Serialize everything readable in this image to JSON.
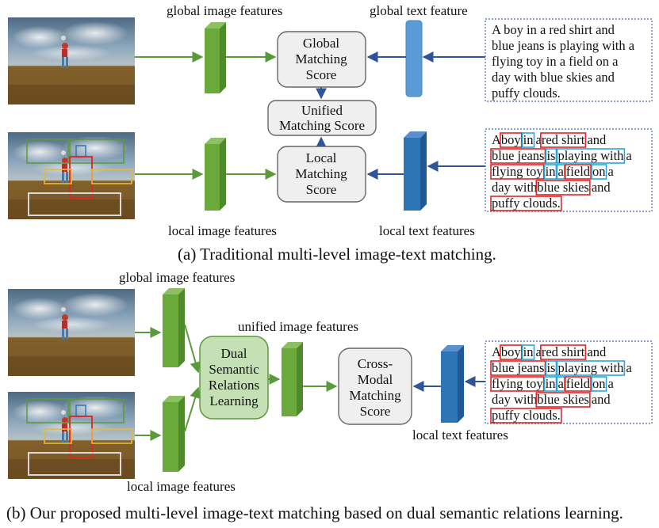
{
  "section_a": {
    "caption": "(a) Traditional multi-level image-text matching.",
    "label_global_image": "global image features",
    "label_global_text": "global text feature",
    "label_local_image": "local image features",
    "label_local_text": "local text features",
    "global_score": [
      "Global",
      "Matching",
      "Score"
    ],
    "unified_score": [
      "Unified",
      "Matching Score"
    ],
    "local_score": [
      "Local",
      "Matching",
      "Score"
    ],
    "global_caption_lines": [
      "A boy in a red shirt and",
      "blue jeans is playing with a",
      "flying toy in a field on a",
      "day with blue skies and",
      "puffy clouds."
    ]
  },
  "section_b": {
    "caption": "(b) Our proposed multi-level image-text matching based on dual semantic relations learning.",
    "label_global_image": "global image features",
    "label_unified_image": "unified image features",
    "label_local_image": "local image features",
    "label_local_text": "local text features",
    "dsrl": [
      "Dual",
      "Semantic",
      "Relations",
      "Learning"
    ],
    "cross_score": [
      "Cross-",
      "Modal",
      "Matching",
      "Score"
    ]
  },
  "local_caption_lines": [
    [
      {
        "t": "A "
      },
      {
        "t": "boy",
        "h": "red"
      },
      {
        "t": "in",
        "h": "blue"
      },
      {
        "t": " a "
      },
      {
        "t": "red shirt",
        "h": "red"
      },
      {
        "t": " and"
      }
    ],
    [
      {
        "t": "blue jeans",
        "h": "red"
      },
      {
        "t": "is",
        "h": "blue"
      },
      {
        "t": "playing with",
        "h": "blue"
      },
      {
        "t": " a"
      }
    ],
    [
      {
        "t": "flying toy",
        "h": "red"
      },
      {
        "t": "in",
        "h": "blue"
      },
      {
        "t": "a",
        "h": "blue"
      },
      {
        "t": "field",
        "h": "red"
      },
      {
        "t": "on",
        "h": "blue"
      },
      {
        "t": " a"
      }
    ],
    [
      {
        "t": "day with "
      },
      {
        "t": "blue skies",
        "h": "red"
      },
      {
        "t": " and"
      }
    ],
    [
      {
        "t": "puffy clouds.",
        "h": "red"
      }
    ]
  ],
  "colors": {
    "image_feature": "#6aaa3a",
    "global_text_feature": "#5b9bd5",
    "local_text_feature": "#2e75b6",
    "arrow_green": "#5a9a3a",
    "arrow_blue": "#2f5597",
    "highlight_red": "#e02424",
    "highlight_blue": "#2aa6d6"
  }
}
